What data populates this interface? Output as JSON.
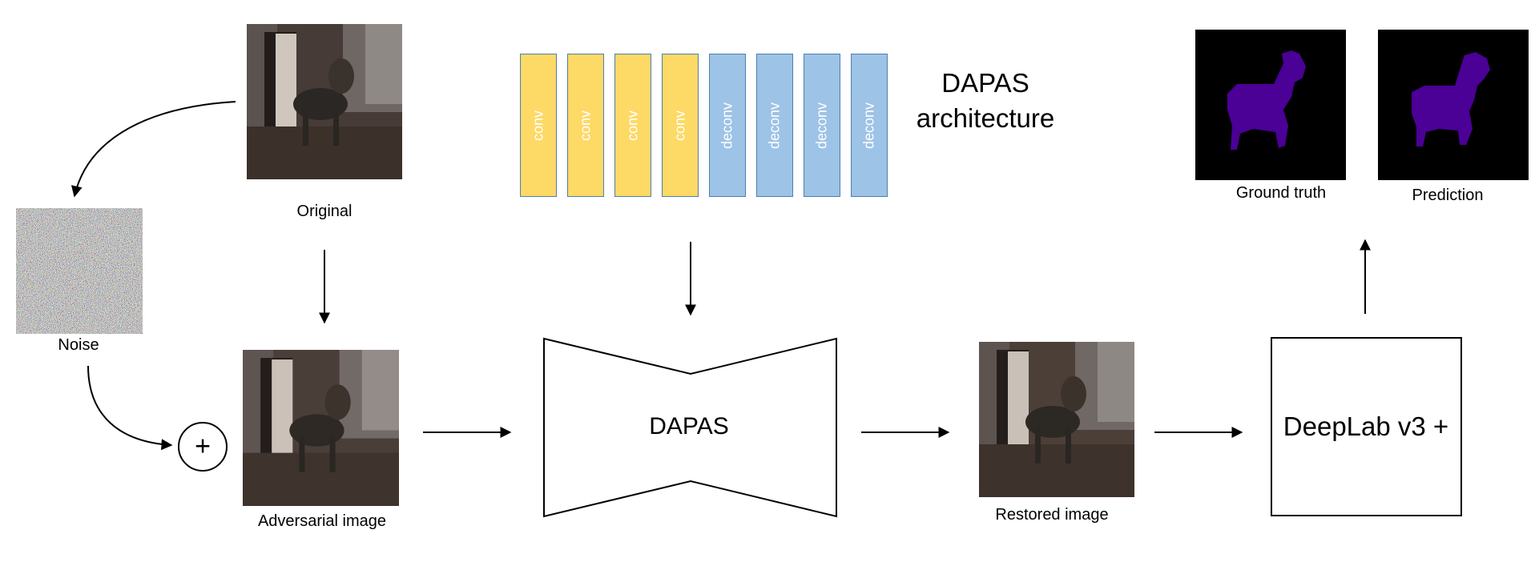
{
  "labels": {
    "original": "Original",
    "noise": "Noise",
    "adversarial": "Adversarial image",
    "dapas_block": "DAPAS",
    "restored": "Restored image",
    "deeplab": "DeepLab v3 +",
    "ground_truth": "Ground truth",
    "prediction": "Prediction",
    "arch_title_line1": "DAPAS",
    "arch_title_line2": "architecture",
    "plus_symbol": "+"
  },
  "architecture_layers": [
    {
      "label": "conv",
      "kind": "conv"
    },
    {
      "label": "conv",
      "kind": "conv"
    },
    {
      "label": "conv",
      "kind": "conv"
    },
    {
      "label": "conv",
      "kind": "conv"
    },
    {
      "label": "deconv",
      "kind": "deconv"
    },
    {
      "label": "deconv",
      "kind": "deconv"
    },
    {
      "label": "deconv",
      "kind": "deconv"
    },
    {
      "label": "deconv",
      "kind": "deconv"
    }
  ],
  "colors": {
    "conv_fill": "#FDD966",
    "deconv_fill": "#9DC3E6",
    "layer_border": "#4F7FB3",
    "mask_purple": "#4B0096",
    "mask_background": "#000000",
    "stroke": "#000000"
  },
  "icons": {
    "plus": "plus-circle-icon",
    "arrow": "arrow-icon"
  }
}
